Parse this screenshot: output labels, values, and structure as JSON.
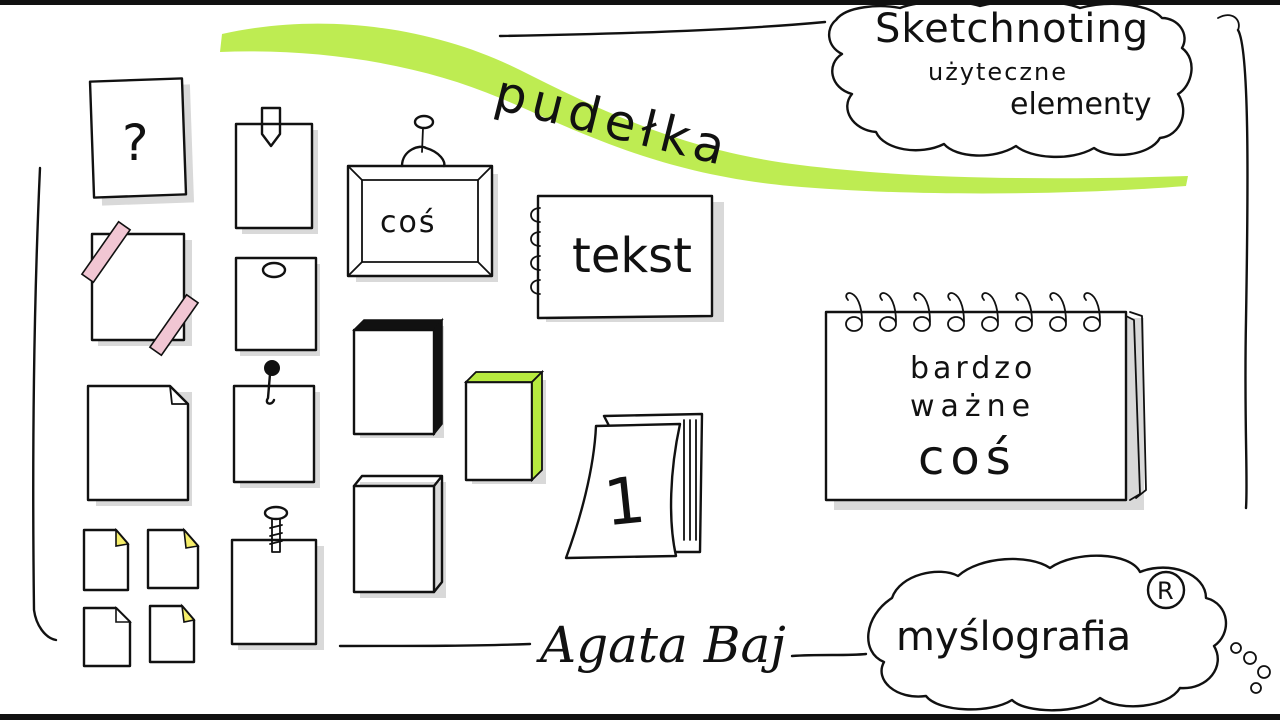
{
  "texts": {
    "title_line1": "Sketchnoting",
    "title_line2": "użyteczne",
    "title_line3": "elementy",
    "banner": "pudełka",
    "frame": "coś",
    "notebook": "tekst",
    "calendar_number": "1",
    "important_line1": "bardzo",
    "important_line2": "ważne",
    "important_line3": "coś",
    "question_mark": "?",
    "author": "Agata Baj",
    "brand": "myślografia",
    "registered": "R"
  },
  "colors": {
    "ink": "#111111",
    "highlight": "#b7ea3f",
    "tape_pink": "#f1c6d3",
    "corner_yellow": "#f6ee6a"
  }
}
